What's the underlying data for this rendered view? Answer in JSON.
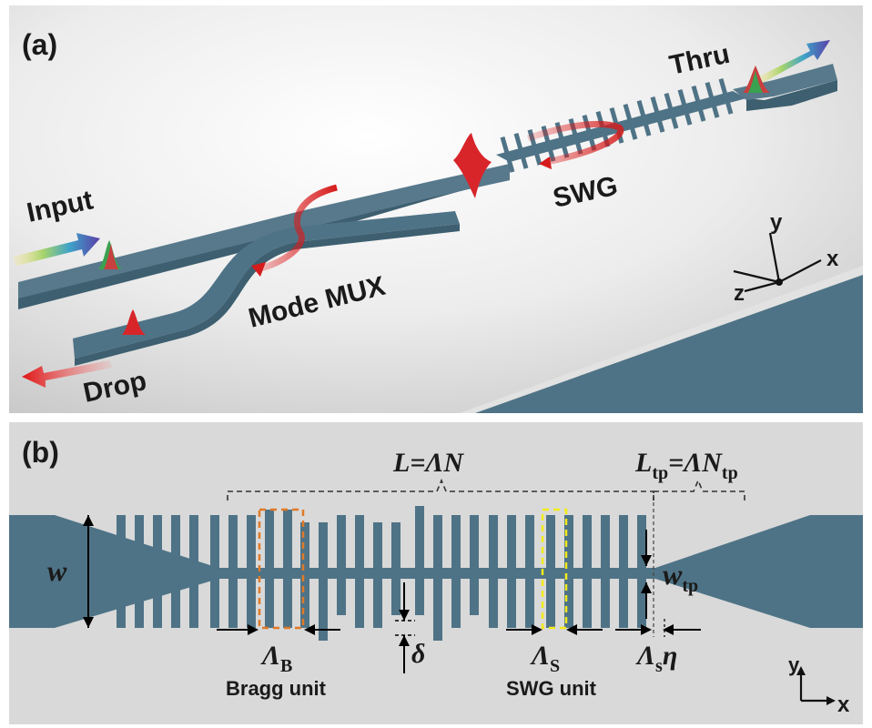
{
  "panel_a": {
    "label": "(a)",
    "input": "Input",
    "thru": "Thru",
    "drop": "Drop",
    "mode_mux": "Mode MUX",
    "swg": "SWG",
    "axes": {
      "x": "x",
      "y": "y",
      "z": "z"
    }
  },
  "panel_b": {
    "label": "(b)",
    "L_eq": "L=ΛN",
    "Ltp_main": "L",
    "Ltp_sub": "tp",
    "Ltp_mid": "=ΛN",
    "Ltp_sub2": "tp",
    "w": "w",
    "wtp_main": "w",
    "wtp_sub": "tp",
    "delta": "δ",
    "lambdaB_main": "Λ",
    "lambdaB_sub": "B",
    "bragg_unit": "Bragg unit",
    "lambdaS_main": "Λ",
    "lambdaS_sub": "S",
    "swg_unit": "SWG unit",
    "lambdaSeta_main": "Λ",
    "lambdaSeta_sub": "s",
    "lambdaSeta_eta": "η",
    "axes": {
      "x": "x",
      "y": "y"
    }
  },
  "colors": {
    "waveguide": "#4f7386",
    "waveguide_dark": "#3d5f70",
    "panel_b_bg": "#d9d9d9",
    "bragg_box": "#e07a28",
    "swg_box": "#f2ea1a",
    "mode": "#d8252a"
  }
}
